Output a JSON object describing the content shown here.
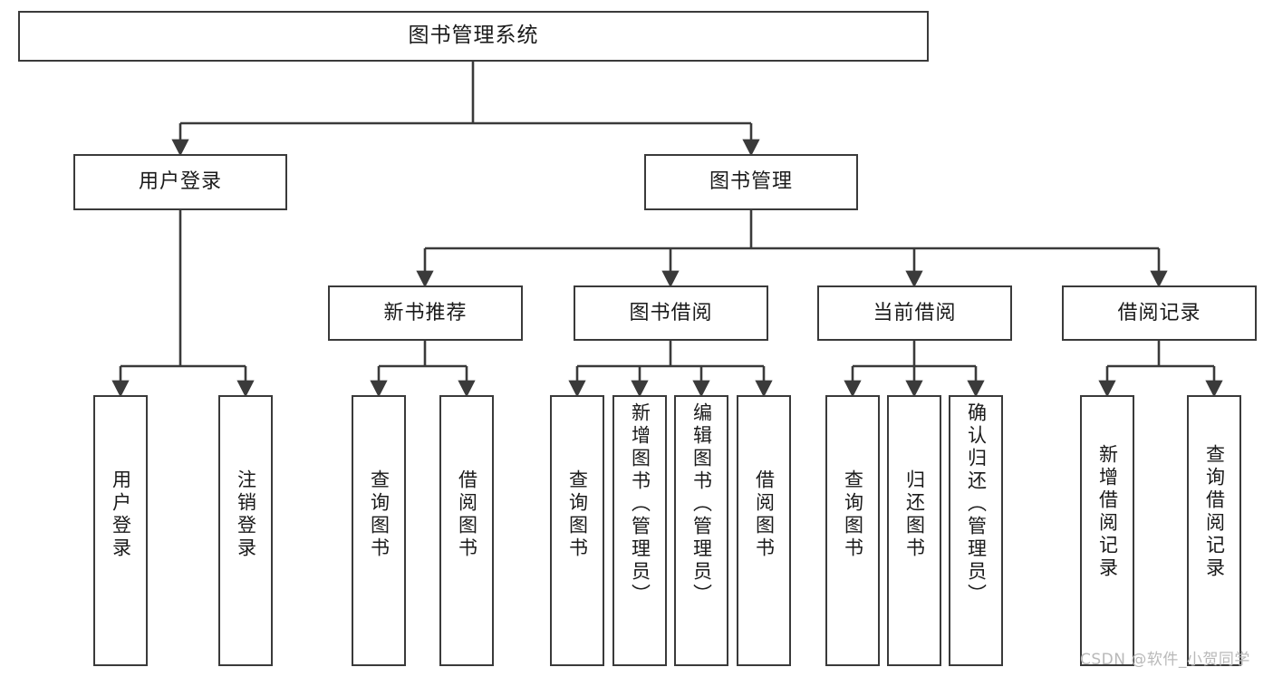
{
  "diagram": {
    "title": "图书管理系统",
    "type": "tree-hierarchy",
    "colors": {
      "node_border": "#3a3a3a",
      "node_fill": "#ffffff",
      "edge": "#3a3a3a",
      "text": "#1a1a1a",
      "watermark": "#b9b9b9",
      "background": "#ffffff"
    },
    "watermark": "CSDN @软件_小贺同学",
    "levels": {
      "root": {
        "label": "图书管理系统"
      },
      "level2": [
        {
          "label": "用户登录"
        },
        {
          "label": "图书管理"
        }
      ],
      "level3": [
        {
          "label": "新书推荐"
        },
        {
          "label": "图书借阅"
        },
        {
          "label": "当前借阅"
        },
        {
          "label": "借阅记录"
        }
      ],
      "leaves": [
        {
          "label": "用户登录",
          "parent": "用户登录"
        },
        {
          "label": "注销登录",
          "parent": "用户登录"
        },
        {
          "label": "查询图书",
          "parent": "新书推荐"
        },
        {
          "label": "借阅图书",
          "parent": "新书推荐"
        },
        {
          "label": "查询图书",
          "parent": "图书借阅"
        },
        {
          "label": "新增图书（管理员）",
          "parent": "图书借阅"
        },
        {
          "label": "编辑图书（管理员）",
          "parent": "图书借阅"
        },
        {
          "label": "借阅图书",
          "parent": "图书借阅"
        },
        {
          "label": "查询图书",
          "parent": "当前借阅"
        },
        {
          "label": "归还图书",
          "parent": "当前借阅"
        },
        {
          "label": "确认归还（管理员）",
          "parent": "当前借阅"
        },
        {
          "label": "新增借阅记录",
          "parent": "借阅记录"
        },
        {
          "label": "查询借阅记录",
          "parent": "借阅记录"
        }
      ]
    }
  }
}
